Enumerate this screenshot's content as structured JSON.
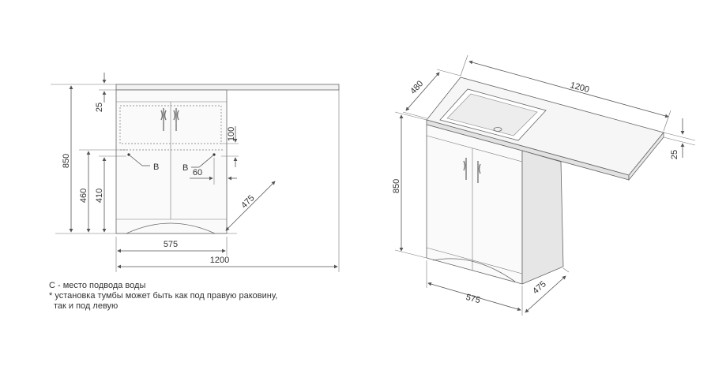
{
  "front": {
    "w1200": "1200",
    "w575": "575",
    "h850": "850",
    "h460": "460",
    "h410": "410",
    "h25": "25",
    "h100": "100",
    "w60": "60",
    "d475": "475",
    "label_b1": "B",
    "label_b2": "B"
  },
  "iso": {
    "w1200": "1200",
    "d480": "480",
    "h850": "850",
    "h25": "25",
    "w575": "575",
    "d475": "475"
  },
  "notes": {
    "line1": "С - место подвода воды",
    "line2": "* установка тумбы может быть как под правую раковину,",
    "line3": "так и под левую"
  }
}
